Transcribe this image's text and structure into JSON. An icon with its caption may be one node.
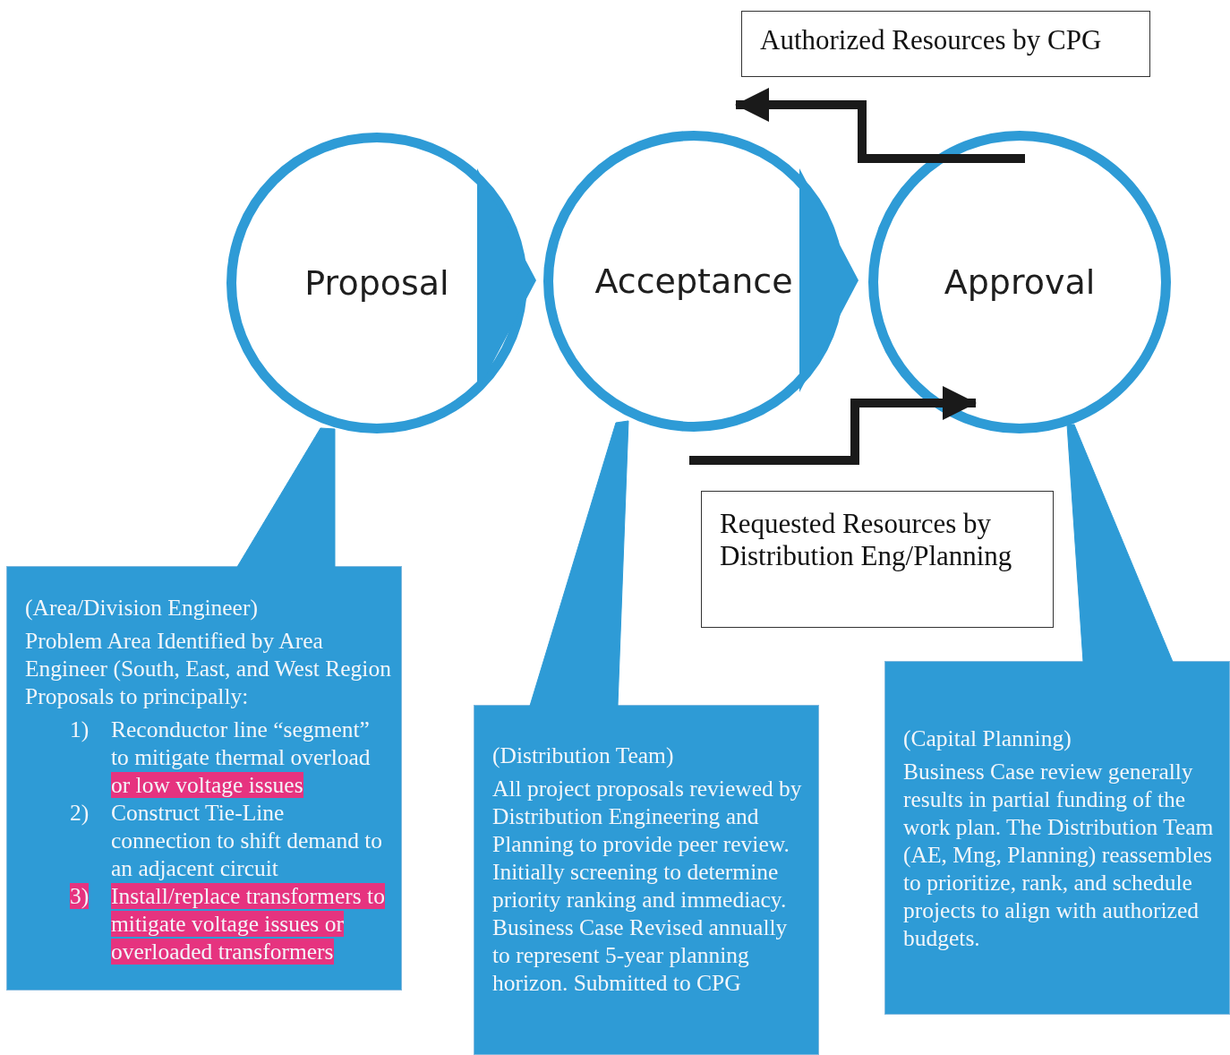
{
  "diagram": {
    "nodes": [
      {
        "text": [
          "Proposal"
        ]
      },
      {
        "text": [
          "Acceptance"
        ]
      },
      {
        "text": [
          "Approval"
        ]
      },
      {
        "text": [
          "Authorized Resources by CPG"
        ]
      },
      {
        "text": [
          "Requested Resources by Distribution Eng/Planning"
        ]
      },
      {
        "text": [
          "(Area/Division Engineer)",
          "Problem Area Identified by Area Engineer (South, East, and West Region Proposals to principally:",
          "1)",
          "Reconductor line “segment” to mitigate thermal overload",
          "or low voltage issues",
          "2)",
          "Construct Tie-Line connection to shift demand to an adjacent circuit",
          "3)",
          "Install/replace transformers to mitigate voltage issues or overloaded transformers"
        ]
      },
      {
        "text": [
          "(Distribution Team)",
          "All project proposals reviewed by Distribution Engineering and Planning to provide peer review.  Initially screening to determine priority ranking and immediacy.  Business Case Revised annually to represent 5-year planning horizon. Submitted to CPG"
        ]
      },
      {
        "text": [
          "(Capital Planning)",
          "Business Case review generally results in partial funding of the work plan.  The Distribution Team (AE, Mng, Planning) reassembles to prioritize, rank, and schedule projects to align with authorized budgets."
        ]
      }
    ],
    "edges": [
      {
        "from": 0,
        "to": 1,
        "arrow": "to"
      },
      {
        "from": 1,
        "to": 2,
        "arrow": "to"
      },
      {
        "from": 2,
        "to": 3,
        "arrow": "to",
        "style": "thick",
        "color": "#1a1a1a"
      },
      {
        "from": null,
        "to": 2,
        "arrow": "to",
        "style": "thick",
        "color": "#1a1a1a"
      },
      {
        "from": 5,
        "to": 0,
        "arrow": "none"
      },
      {
        "from": 6,
        "to": 1,
        "arrow": "none"
      },
      {
        "from": 7,
        "to": 2,
        "arrow": "none"
      }
    ]
  }
}
